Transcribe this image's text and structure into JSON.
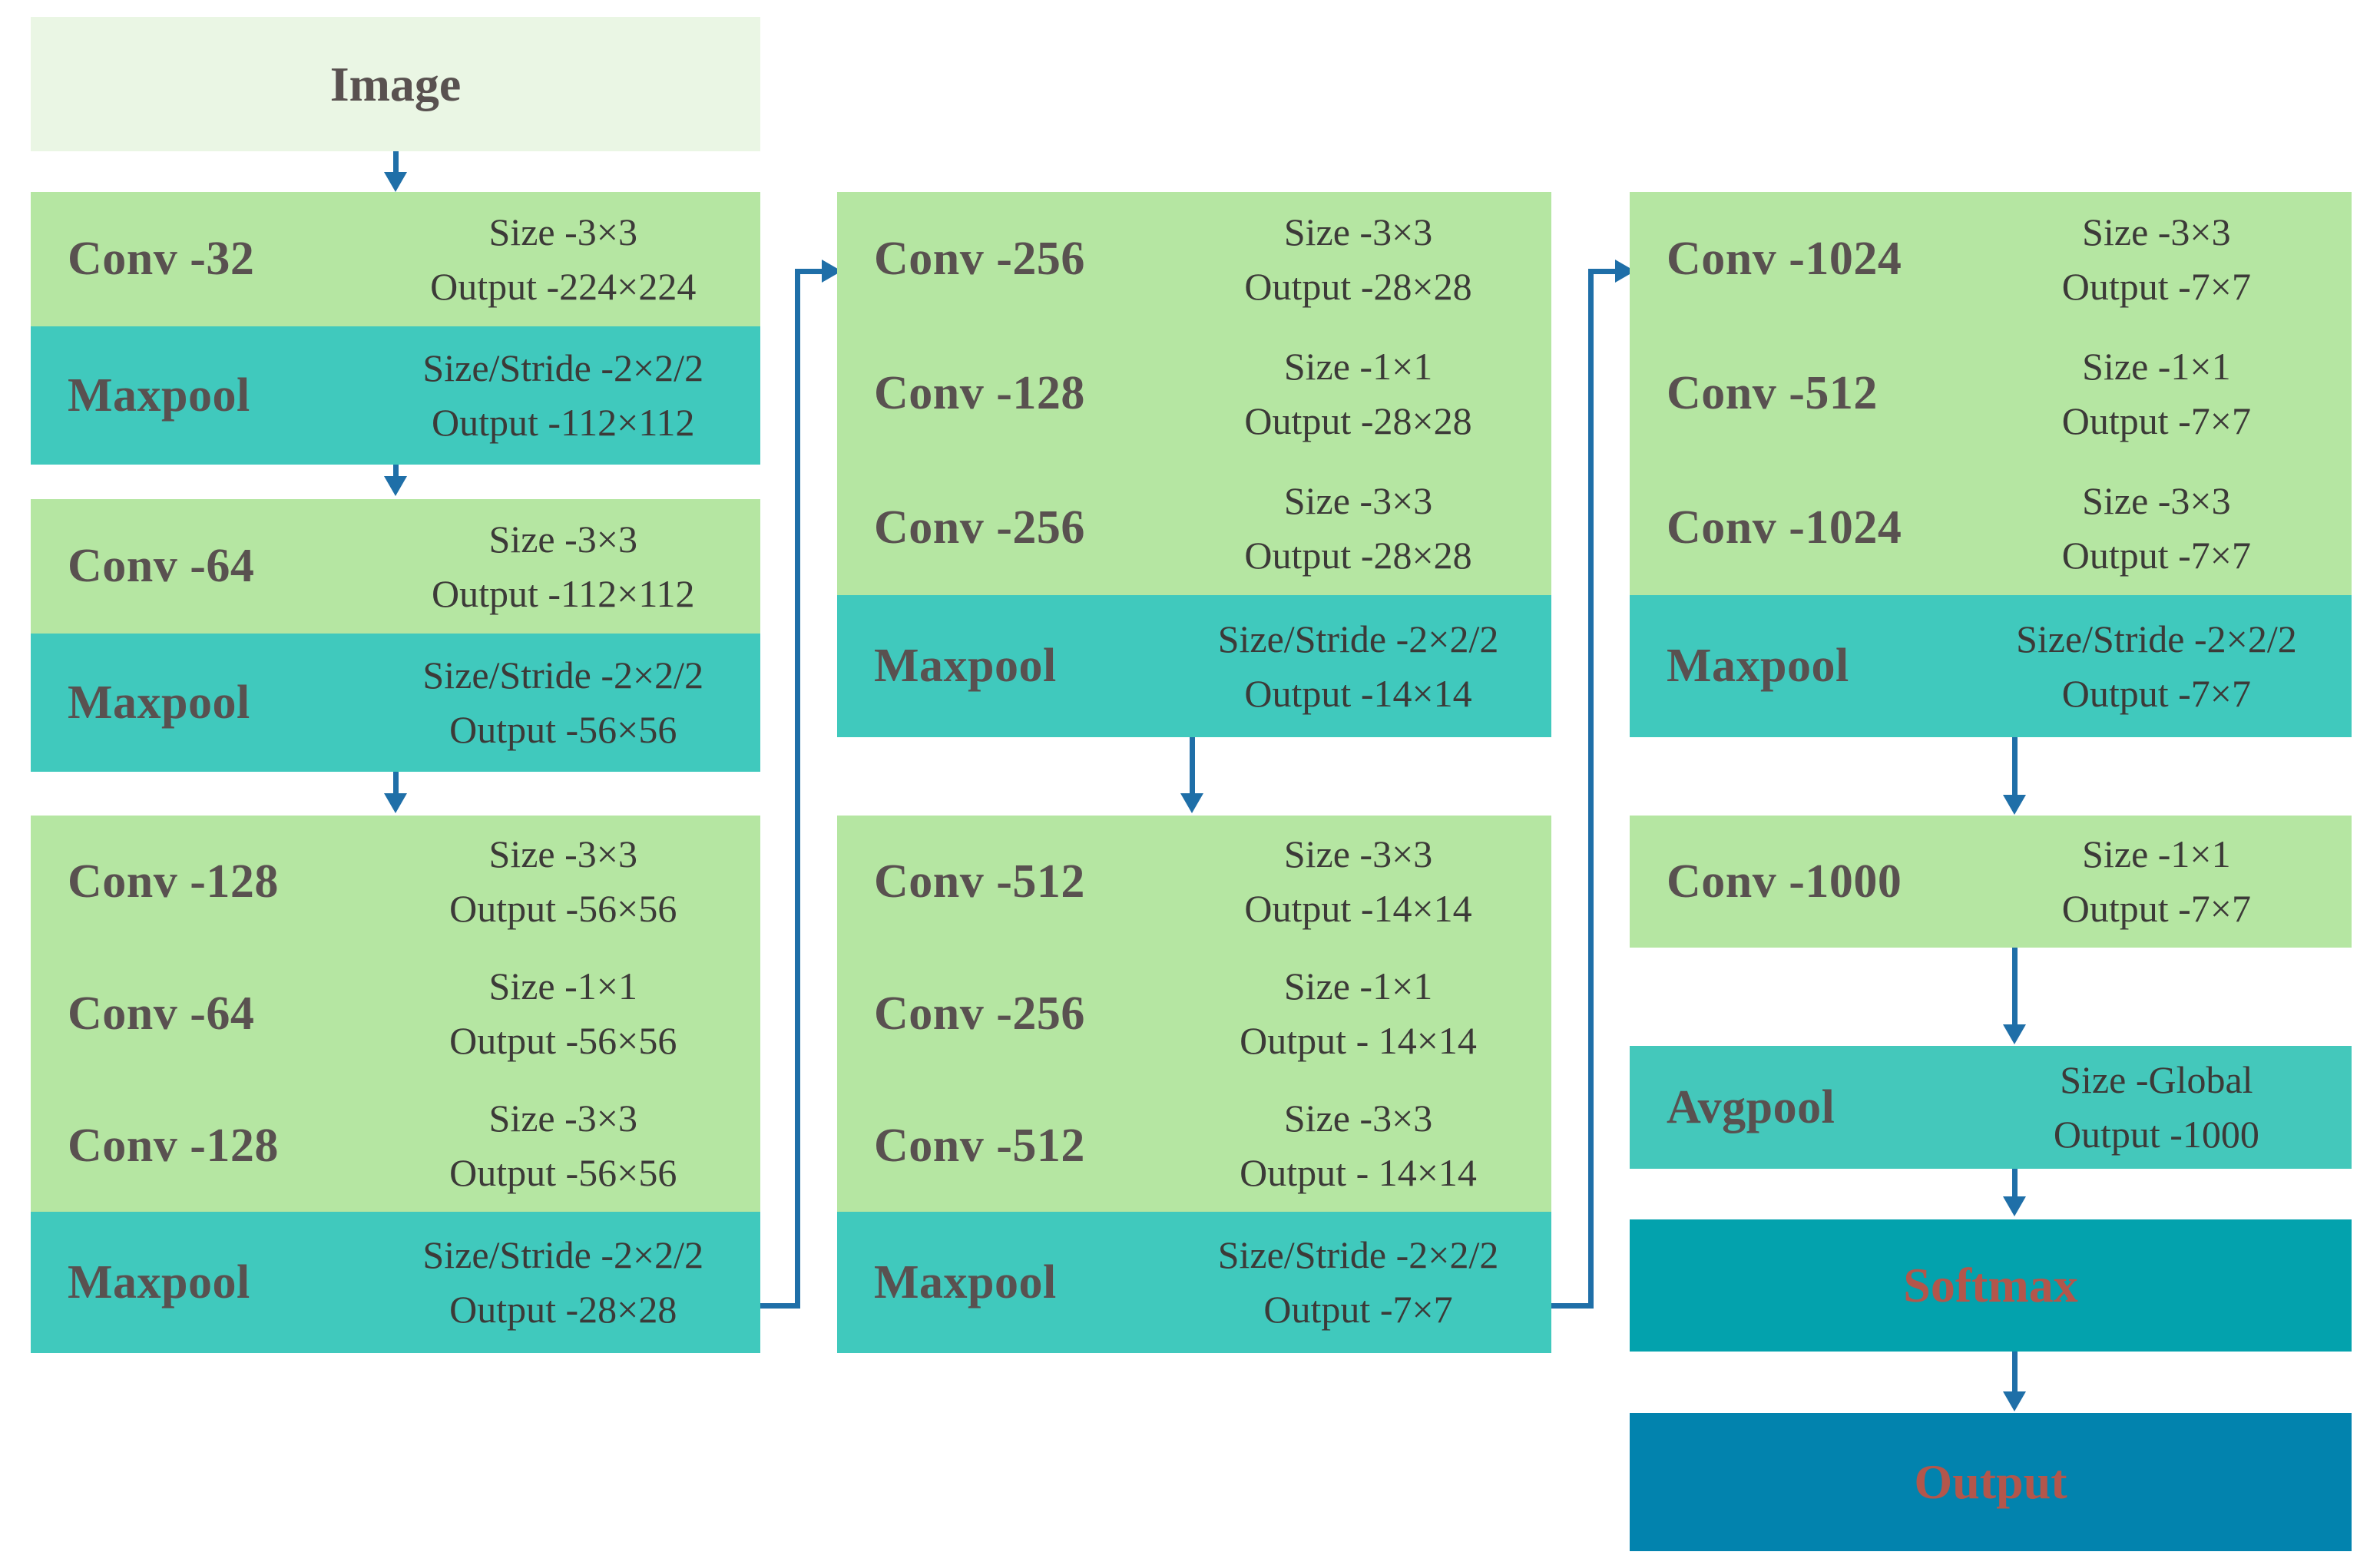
{
  "diagram": {
    "title": "CNN architecture flow diagram",
    "colors": {
      "conv": "#b5e6a2",
      "pool": "#40c9bd",
      "avgpool": "#44c8bb",
      "softmax": "#03a2ad",
      "output": "#0283ae",
      "image": "#eaf6e4",
      "arrow": "#1f6fa8",
      "label_text": "#595150",
      "accent_text": "#b3564b"
    },
    "input": {
      "label": "Image"
    },
    "columns": [
      {
        "id": "column-1",
        "blocks": [
          {
            "id": "block-1",
            "rows": [
              {
                "type": "conv",
                "name": "Conv -32",
                "size": "Size -3×3",
                "output": "Output -224×224"
              },
              {
                "type": "pool",
                "name": "Maxpool",
                "size": "Size/Stride -2×2/2",
                "output": "Output -112×112"
              }
            ]
          },
          {
            "id": "block-2",
            "rows": [
              {
                "type": "conv",
                "name": "Conv -64",
                "size": "Size -3×3",
                "output": "Output -112×112"
              },
              {
                "type": "pool",
                "name": "Maxpool",
                "size": "Size/Stride -2×2/2",
                "output": "Output -56×56"
              }
            ]
          },
          {
            "id": "block-3",
            "rows": [
              {
                "type": "conv",
                "name": "Conv -128",
                "size": "Size -3×3",
                "output": "Output -56×56"
              },
              {
                "type": "conv",
                "name": "Conv -64",
                "size": "Size -1×1",
                "output": "Output -56×56"
              },
              {
                "type": "conv",
                "name": "Conv -128",
                "size": "Size -3×3",
                "output": "Output -56×56"
              },
              {
                "type": "pool",
                "name": "Maxpool",
                "size": "Size/Stride -2×2/2",
                "output": "Output -28×28"
              }
            ]
          }
        ]
      },
      {
        "id": "column-2",
        "blocks": [
          {
            "id": "block-4",
            "rows": [
              {
                "type": "conv",
                "name": "Conv -256",
                "size": "Size -3×3",
                "output": "Output -28×28"
              },
              {
                "type": "conv",
                "name": "Conv -128",
                "size": "Size -1×1",
                "output": "Output -28×28"
              },
              {
                "type": "conv",
                "name": "Conv -256",
                "size": "Size -3×3",
                "output": "Output -28×28"
              },
              {
                "type": "pool",
                "name": "Maxpool",
                "size": "Size/Stride -2×2/2",
                "output": "Output -14×14"
              }
            ]
          },
          {
            "id": "block-5",
            "rows": [
              {
                "type": "conv",
                "name": "Conv -512",
                "size": "Size -3×3",
                "output": "Output -14×14"
              },
              {
                "type": "conv",
                "name": "Conv -256",
                "size": "Size -1×1",
                "output": "Output - 14×14"
              },
              {
                "type": "conv",
                "name": "Conv -512",
                "size": "Size -3×3",
                "output": "Output - 14×14"
              },
              {
                "type": "pool",
                "name": "Maxpool",
                "size": "Size/Stride -2×2/2",
                "output": "Output -7×7"
              }
            ]
          }
        ]
      },
      {
        "id": "column-3",
        "blocks": [
          {
            "id": "block-6",
            "rows": [
              {
                "type": "conv",
                "name": "Conv -1024",
                "size": "Size -3×3",
                "output": "Output -7×7"
              },
              {
                "type": "conv",
                "name": "Conv -512",
                "size": "Size -1×1",
                "output": "Output -7×7"
              },
              {
                "type": "conv",
                "name": "Conv -1024",
                "size": "Size -3×3",
                "output": "Output -7×7"
              },
              {
                "type": "pool",
                "name": "Maxpool",
                "size": "Size/Stride -2×2/2",
                "output": "Output -7×7"
              }
            ]
          },
          {
            "id": "block-7",
            "rows": [
              {
                "type": "conv",
                "name": "Conv -1000",
                "size": "Size -1×1",
                "output": "Output -7×7"
              }
            ]
          },
          {
            "id": "block-8",
            "rows": [
              {
                "type": "avgpool",
                "name": "Avgpool",
                "size": "Size -Global",
                "output": "Output -1000"
              }
            ]
          }
        ],
        "softmax": {
          "label": "Softmax"
        },
        "output": {
          "label": "Output"
        }
      }
    ]
  }
}
